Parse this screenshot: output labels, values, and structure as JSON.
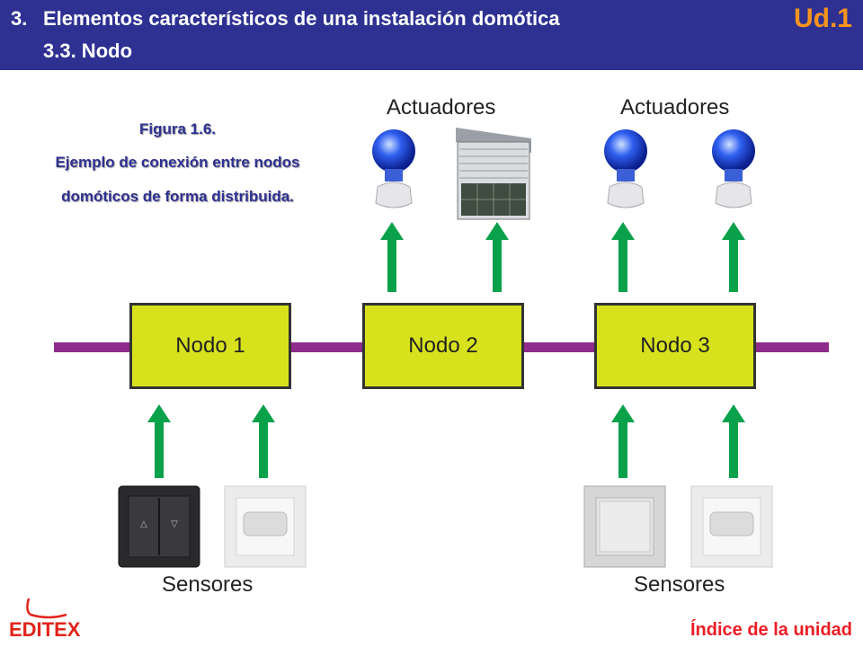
{
  "header": {
    "section_number": "3.",
    "title": "Elementos característicos de una instalación domótica",
    "subtitle": "3.3. Nodo",
    "unit": "Ud.1"
  },
  "caption": {
    "figure": "Figura 1.6.",
    "description": "Ejemplo de conexión entre nodos domóticos de forma distribuida."
  },
  "diagram": {
    "actuators_label_1": "Actuadores",
    "actuators_label_2": "Actuadores",
    "sensors_label_1": "Sensores",
    "sensors_label_2": "Sensores",
    "nodes": [
      "Nodo 1",
      "Nodo 2",
      "Nodo 3"
    ],
    "colors": {
      "node_fill": "#d8e21c",
      "bus": "#8e2c8b",
      "arrow": "#0aa14b",
      "header": "#2e3192",
      "unit": "#f7941d",
      "link": "#ee1c24"
    }
  },
  "footer": {
    "logo": "EDITEX",
    "index_link": "Índice de la unidad"
  }
}
